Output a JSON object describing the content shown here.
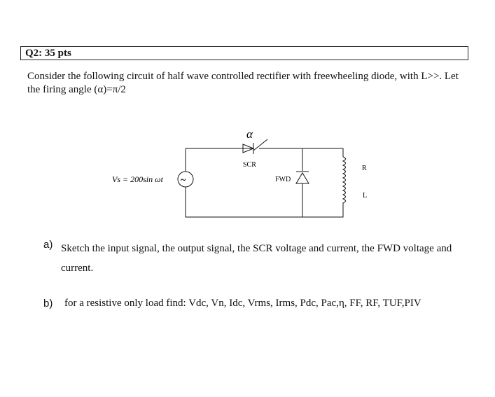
{
  "question": {
    "title": "Q2: 35 pts",
    "intro": "Consider the following circuit of  half wave controlled rectifier with freewheeling diode, with L>>. Let the firing angle (α)=π/2"
  },
  "circuit": {
    "alpha_label": "α",
    "scr_label": "SCR",
    "source_label": "Vs = 200sin ωt",
    "source_symbol": "~",
    "fwd_label": "FWD",
    "r_label": "R",
    "l_label": "L"
  },
  "parts": {
    "a_letter": "a)",
    "a_text": "Sketch the  input signal, the output signal, the SCR voltage and current, the FWD voltage and current.",
    "b_letter": "b)",
    "b_text": "for a resistive only load find: Vdc, Vn, Idc, Vrms, Irms, Pdc, Pac,η,  FF, RF, TUF,PIV"
  }
}
